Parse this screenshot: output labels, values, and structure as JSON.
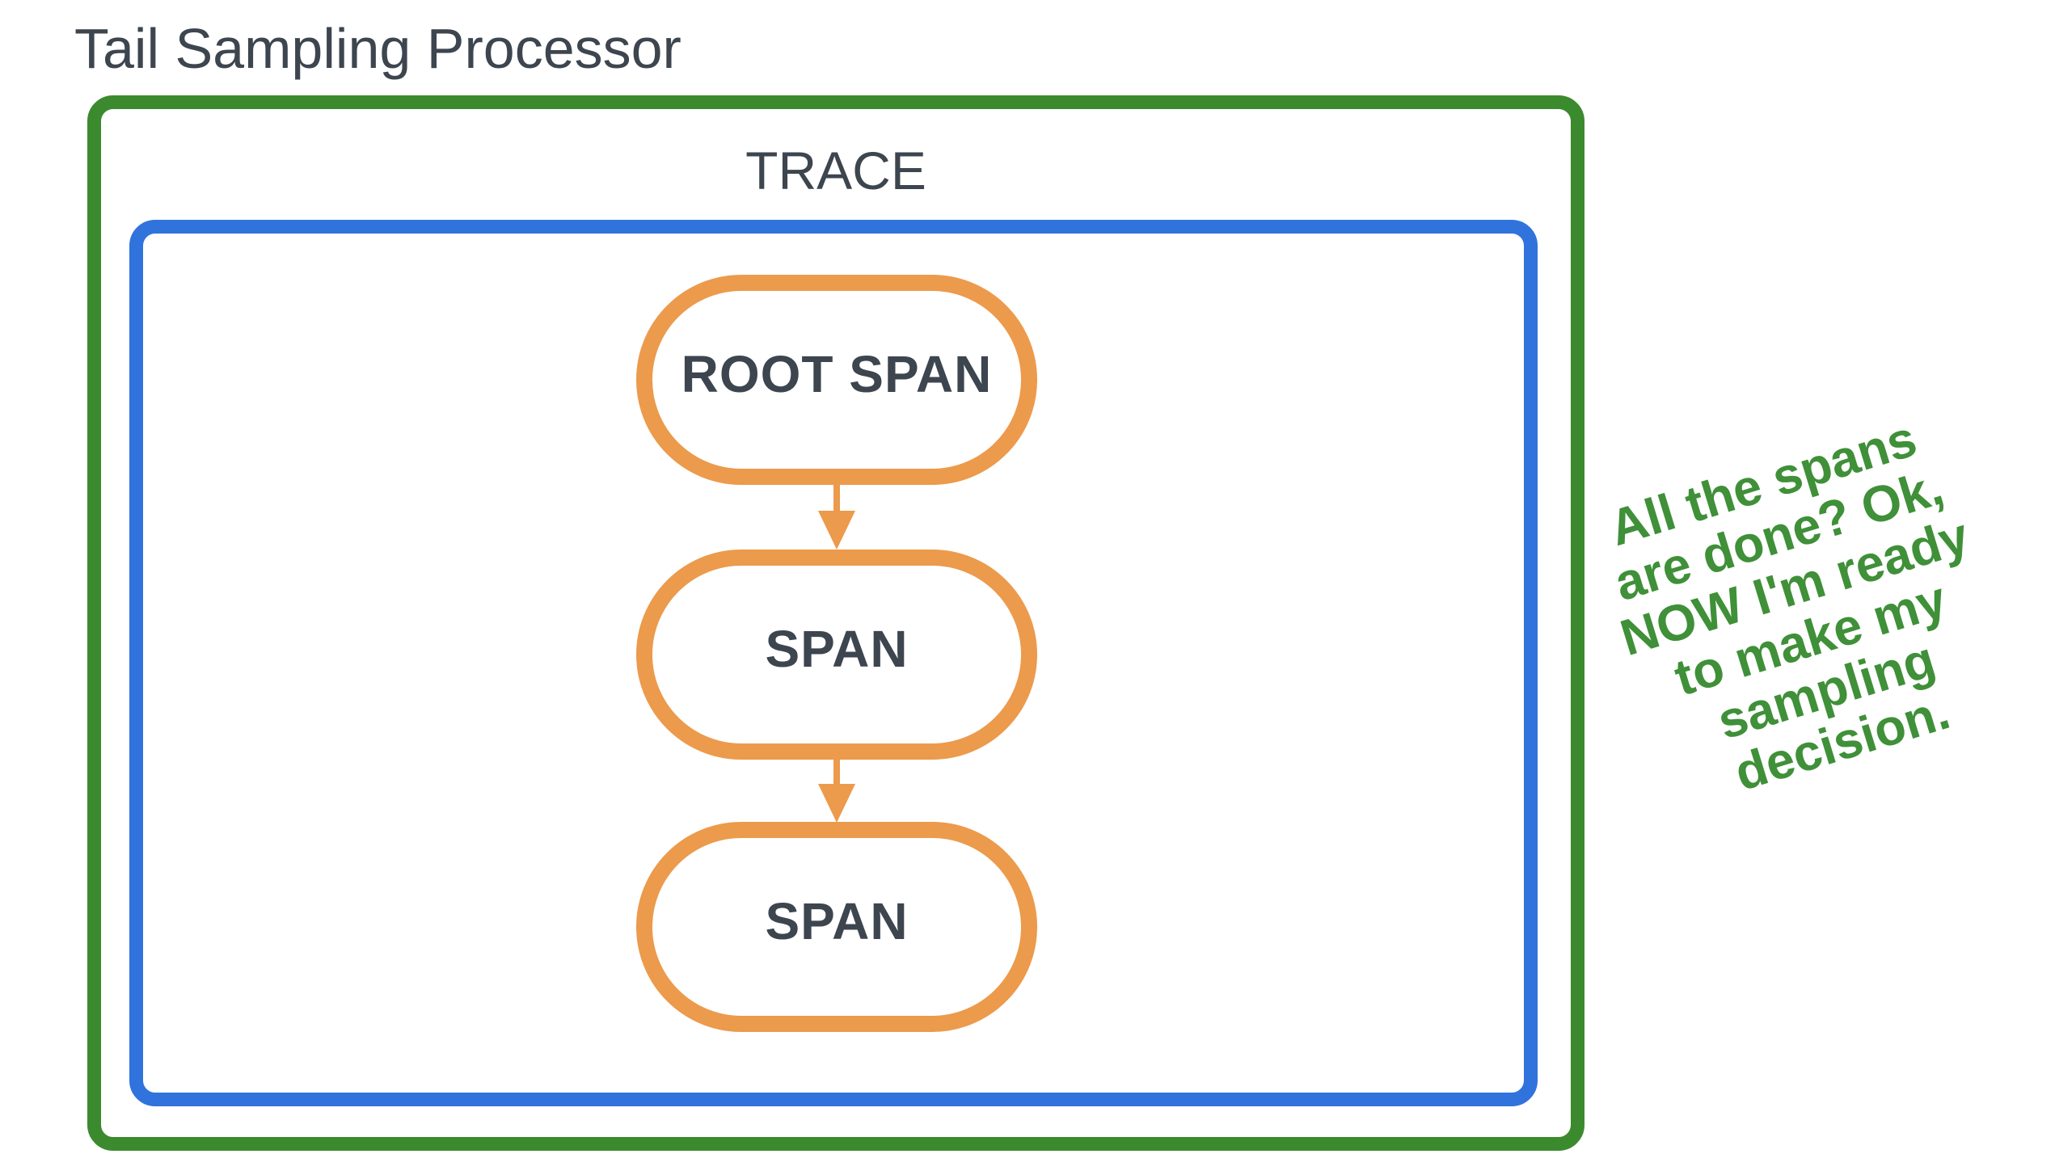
{
  "title": "Tail Sampling Processor",
  "trace": {
    "label": "TRACE",
    "spans": [
      {
        "label": "ROOT SPAN"
      },
      {
        "label": "SPAN"
      },
      {
        "label": "SPAN"
      }
    ]
  },
  "note": {
    "text": "All the spans\nare done? Ok,\nNOW I'm ready\nto make my\nsampling\ndecision."
  },
  "colors": {
    "processor-border": "#3c8a2e",
    "trace-border": "#3073dc",
    "span-border": "#ec9a4c",
    "dark-text": "#3d454f",
    "note-text": "#3f9038",
    "background": "#ffffff"
  }
}
